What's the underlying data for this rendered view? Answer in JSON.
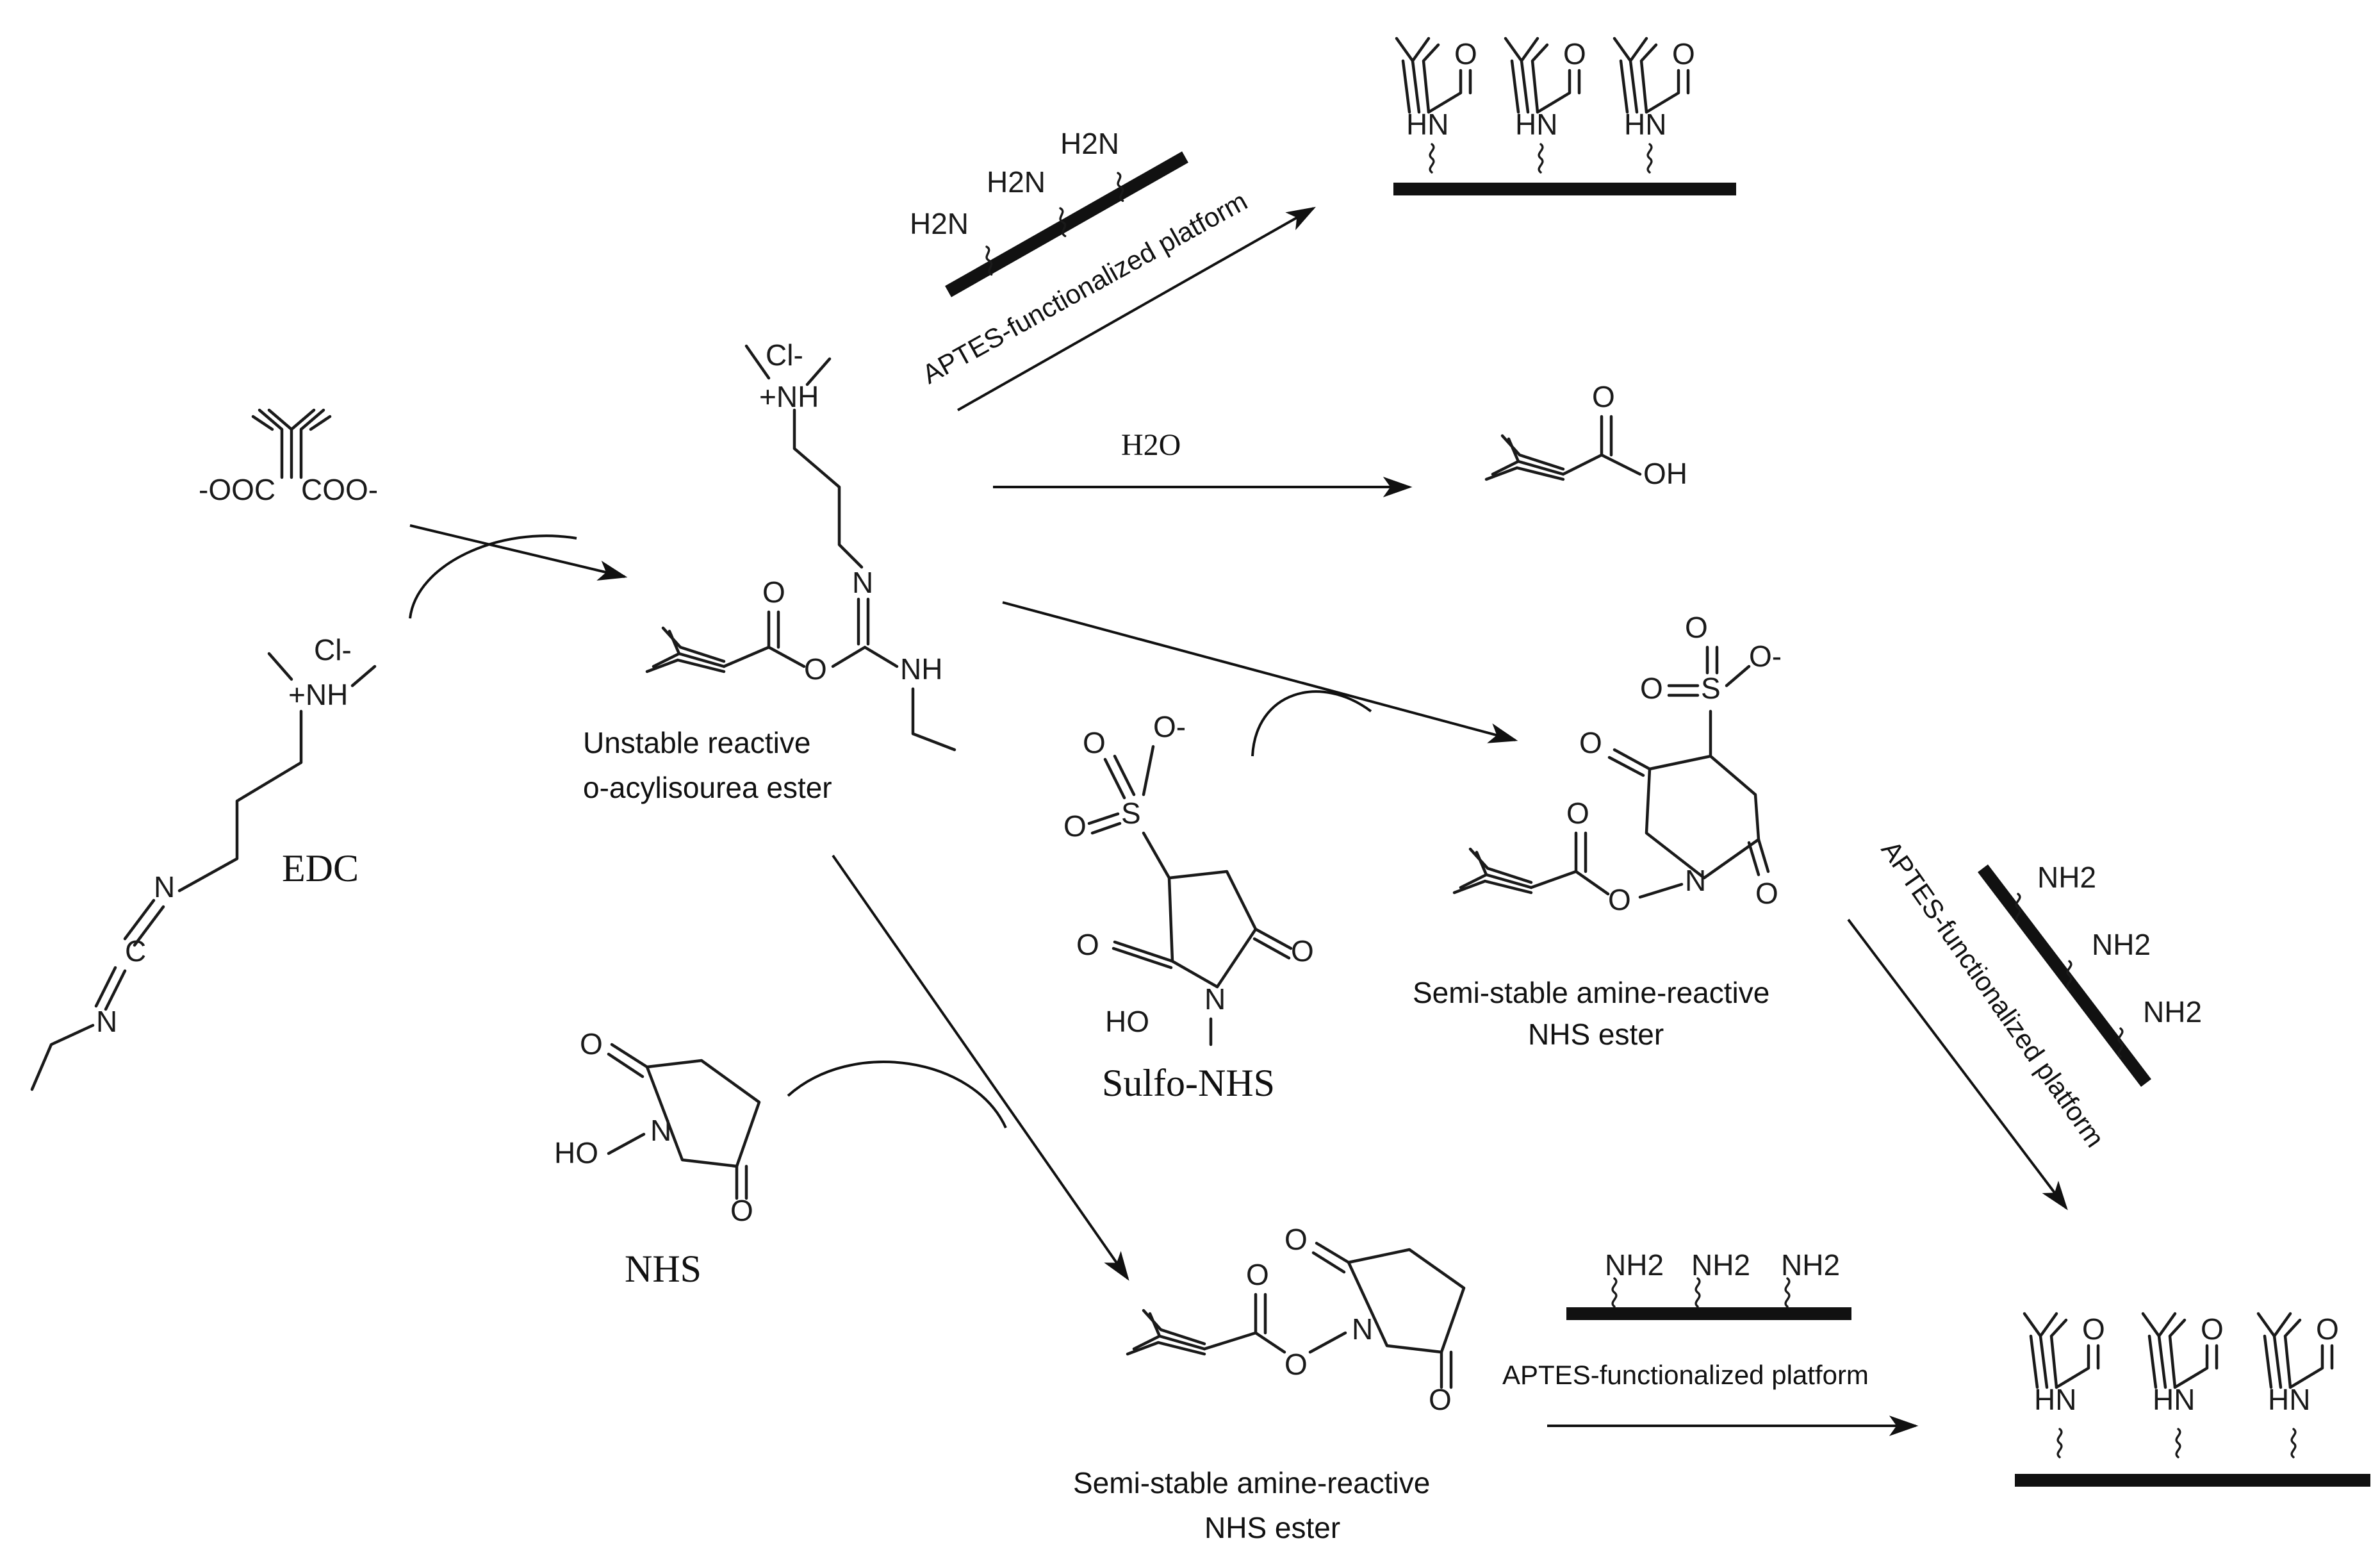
{
  "reagents": {
    "antibody_charges": [
      "-OOC",
      "COO-"
    ],
    "edc": "EDC",
    "chloride": "Cl-",
    "ammonium": "+NH",
    "nitrogen": "N",
    "carbon": "C",
    "nhs": "NHS",
    "sulfo_nhs": "Sulfo-NHS",
    "water": "H2O"
  },
  "intermediates": {
    "acylisourea": {
      "line1": "Unstable reactive",
      "line2": "o-acylisourea ester"
    },
    "sulfo_nhs_ester": {
      "line1": "Semi-stable amine-reactive",
      "line2": "NHS ester"
    },
    "nhs_ester": {
      "line1": "Semi-stable amine-reactive",
      "line2": "NHS ester"
    }
  },
  "products": {
    "carboxylic_acid": "OH",
    "amide_hn": "HN",
    "oxygen": "O"
  },
  "platform": {
    "label": "APTES-functionalized platform",
    "amine": "NH2",
    "amine_left": "H2N"
  },
  "atoms": {
    "o": "O",
    "nh": "NH",
    "n": "N",
    "s": "S",
    "oh": "HO",
    "o_minus": "O-"
  },
  "colors": {
    "ink": "#1a1a1a",
    "background": "#ffffff"
  }
}
